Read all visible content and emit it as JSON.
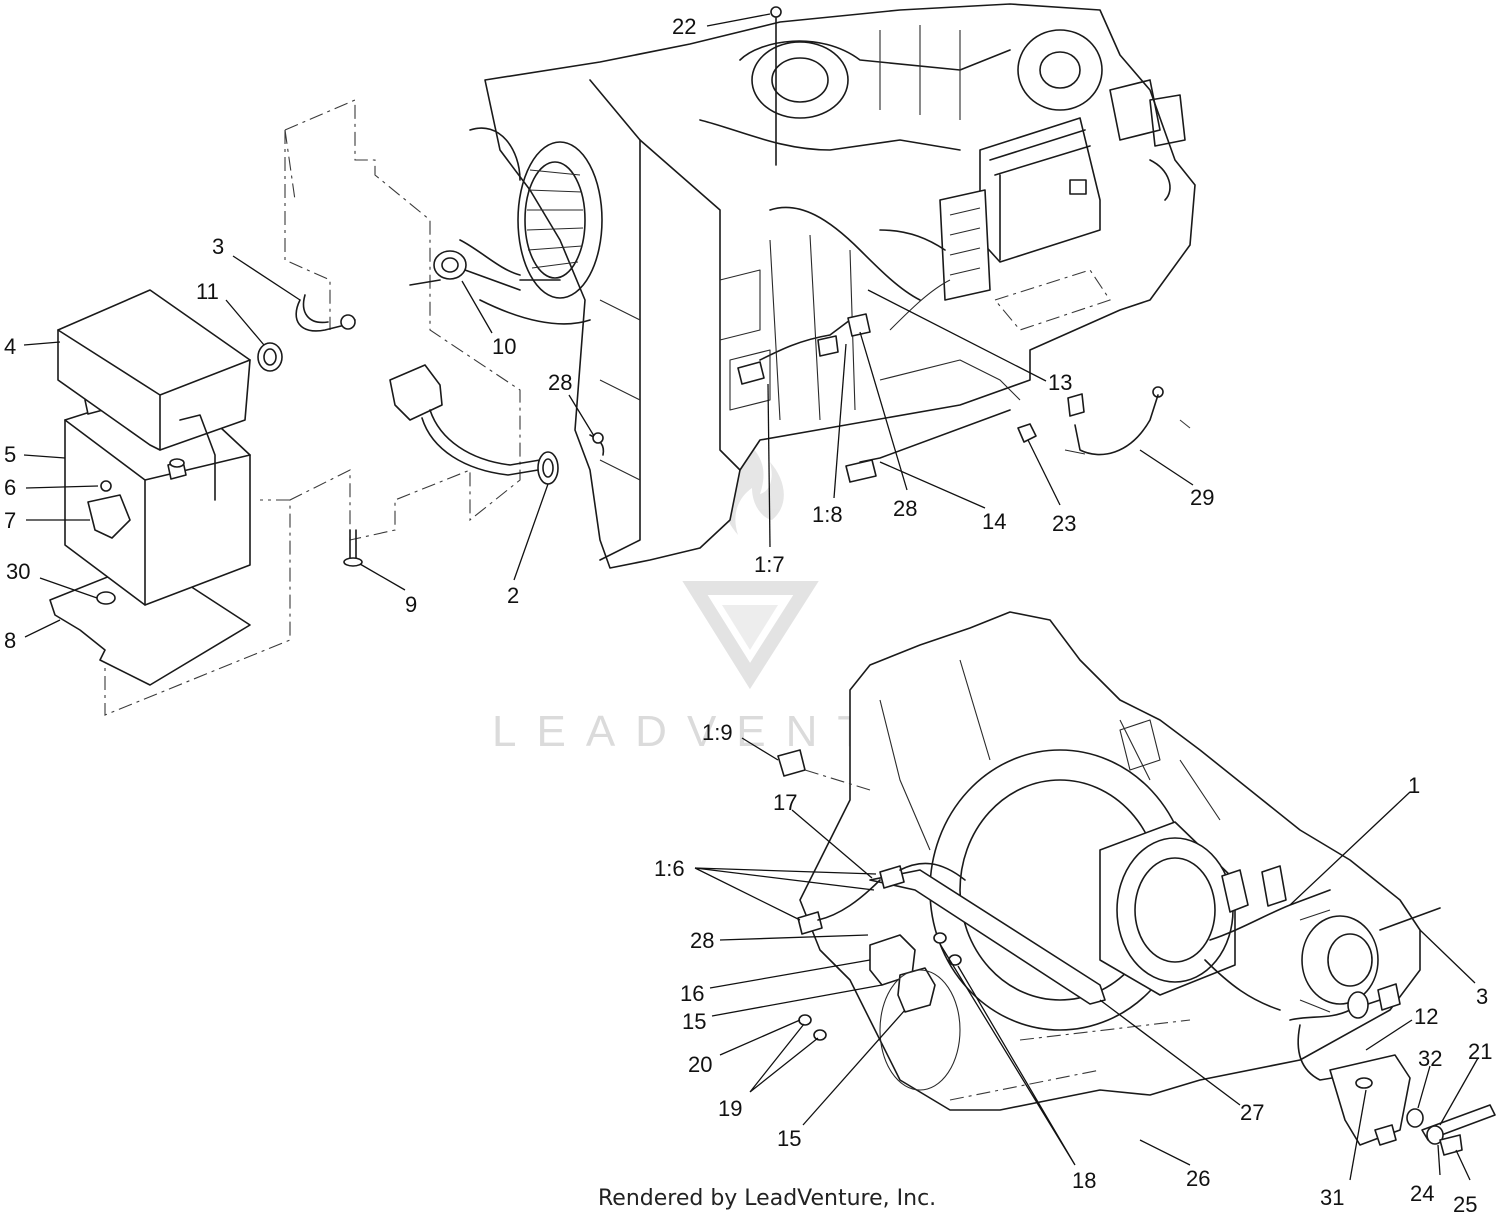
{
  "diagram": {
    "callouts": [
      {
        "id": "c22",
        "text": "22"
      },
      {
        "id": "c3a",
        "text": "3"
      },
      {
        "id": "c11",
        "text": "11"
      },
      {
        "id": "c4",
        "text": "4"
      },
      {
        "id": "c10",
        "text": "10"
      },
      {
        "id": "c28a",
        "text": "28"
      },
      {
        "id": "c5",
        "text": "5"
      },
      {
        "id": "c6",
        "text": "6"
      },
      {
        "id": "c7",
        "text": "7"
      },
      {
        "id": "c30",
        "text": "30"
      },
      {
        "id": "c8",
        "text": "8"
      },
      {
        "id": "c9",
        "text": "9"
      },
      {
        "id": "c2",
        "text": "2"
      },
      {
        "id": "c13",
        "text": "13"
      },
      {
        "id": "c18a",
        "text": "1:8"
      },
      {
        "id": "c28b",
        "text": "28"
      },
      {
        "id": "c14",
        "text": "14"
      },
      {
        "id": "c23",
        "text": "23"
      },
      {
        "id": "c29",
        "text": "29"
      },
      {
        "id": "c17a",
        "text": "1:7"
      },
      {
        "id": "c19a",
        "text": "1:9"
      },
      {
        "id": "c17",
        "text": "17"
      },
      {
        "id": "c1",
        "text": "1"
      },
      {
        "id": "c16a",
        "text": "1:6"
      },
      {
        "id": "c28c",
        "text": "28"
      },
      {
        "id": "c16",
        "text": "16"
      },
      {
        "id": "c15a",
        "text": "15"
      },
      {
        "id": "c20",
        "text": "20"
      },
      {
        "id": "c19",
        "text": "19"
      },
      {
        "id": "c15b",
        "text": "15"
      },
      {
        "id": "c3b",
        "text": "3"
      },
      {
        "id": "c12",
        "text": "12"
      },
      {
        "id": "c32",
        "text": "32"
      },
      {
        "id": "c21",
        "text": "21"
      },
      {
        "id": "c27",
        "text": "27"
      },
      {
        "id": "c18",
        "text": "18"
      },
      {
        "id": "c26",
        "text": "26"
      },
      {
        "id": "c31",
        "text": "31"
      },
      {
        "id": "c24",
        "text": "24"
      },
      {
        "id": "c25",
        "text": "25"
      }
    ]
  },
  "watermark": {
    "text": "LEADVENTURE"
  },
  "footer": {
    "text": "Rendered by LeadVenture, Inc."
  }
}
